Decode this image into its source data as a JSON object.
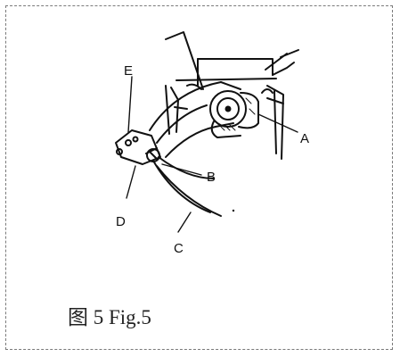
{
  "figure": {
    "labels": {
      "a": "A",
      "b": "B",
      "c": "C",
      "d": "D",
      "e": "E"
    },
    "caption": "图 5 Fig.5"
  }
}
